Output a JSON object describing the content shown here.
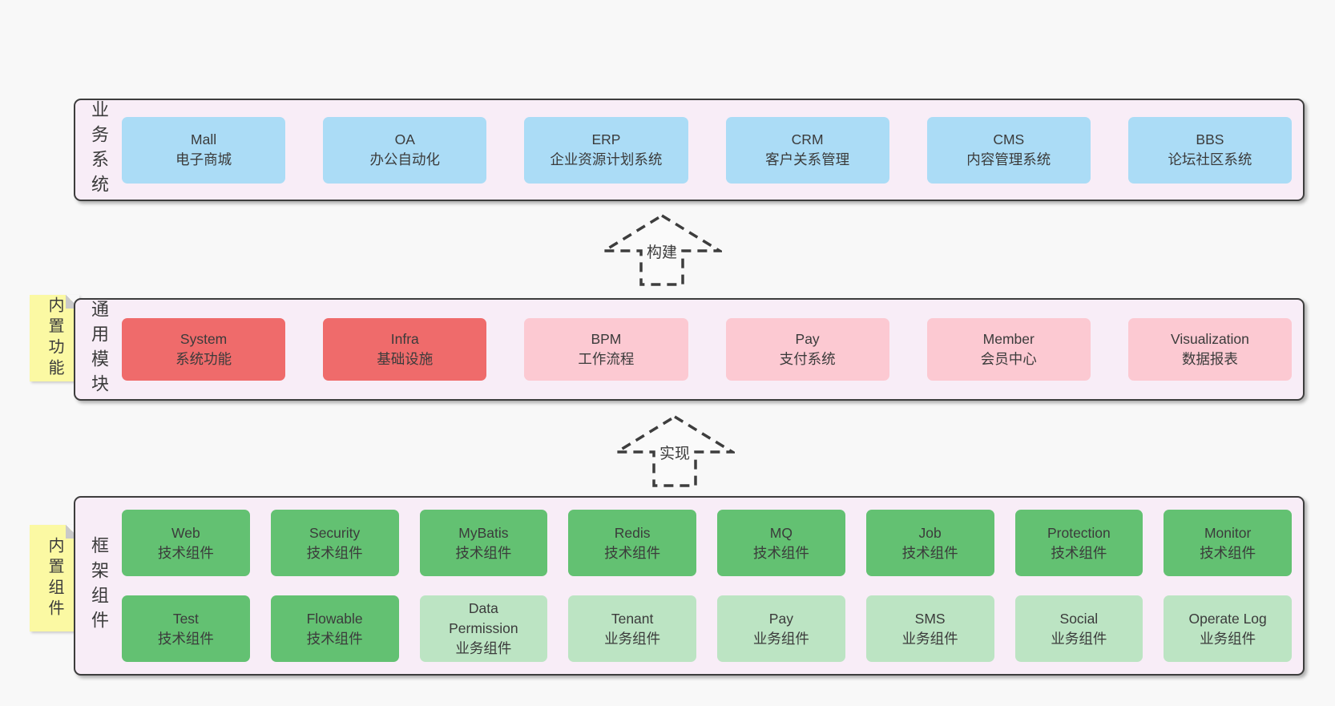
{
  "palette": {
    "page_bg": "#f8f8f8",
    "section_bg": "#f8edf7",
    "section_border": "#3d3d3d",
    "business_card_blue": "#abdcf6",
    "core_module_red": "#ef6b6b",
    "module_pink": "#fcc9d2",
    "tech_component_green": "#63c172",
    "biz_component_light_green": "#bce4c3",
    "sticky_note_yellow": "#fbf9a3",
    "text": "#3b3b3b"
  },
  "business": {
    "label": "业务系统",
    "cards": [
      {
        "en": "Mall",
        "zh": "电子商城"
      },
      {
        "en": "OA",
        "zh": "办公自动化"
      },
      {
        "en": "ERP",
        "zh": "企业资源计划系统"
      },
      {
        "en": "CRM",
        "zh": "客户关系管理"
      },
      {
        "en": "CMS",
        "zh": "内容管理系统"
      },
      {
        "en": "BBS",
        "zh": "论坛社区系统"
      }
    ]
  },
  "arrows": {
    "build": "构建",
    "implement": "实现"
  },
  "modules": {
    "label": "通用模块",
    "sticky": "内置功能",
    "cards": [
      {
        "en": "System",
        "zh": "系统功能"
      },
      {
        "en": "Infra",
        "zh": "基础设施"
      },
      {
        "en": "BPM",
        "zh": "工作流程"
      },
      {
        "en": "Pay",
        "zh": "支付系统"
      },
      {
        "en": "Member",
        "zh": "会员中心"
      },
      {
        "en": "Visualization",
        "zh": "数据报表"
      }
    ]
  },
  "components": {
    "label": "框架组件",
    "sticky": "内置组件",
    "rows": [
      [
        {
          "en": "Web",
          "zh": "技术组件"
        },
        {
          "en": "Security",
          "zh": "技术组件"
        },
        {
          "en": "MyBatis",
          "zh": "技术组件"
        },
        {
          "en": "Redis",
          "zh": "技术组件"
        },
        {
          "en": "MQ",
          "zh": "技术组件"
        },
        {
          "en": "Job",
          "zh": "技术组件"
        },
        {
          "en": "Protection",
          "zh": "技术组件"
        },
        {
          "en": "Monitor",
          "zh": "技术组件"
        }
      ],
      [
        {
          "en": "Test",
          "zh": "技术组件"
        },
        {
          "en": "Flowable",
          "zh": "技术组件"
        },
        {
          "en": "Data Permission",
          "zh": "业务组件"
        },
        {
          "en": "Tenant",
          "zh": "业务组件"
        },
        {
          "en": "Pay",
          "zh": "业务组件"
        },
        {
          "en": "SMS",
          "zh": "业务组件"
        },
        {
          "en": "Social",
          "zh": "业务组件"
        },
        {
          "en": "Operate Log",
          "zh": "业务组件"
        }
      ]
    ]
  }
}
